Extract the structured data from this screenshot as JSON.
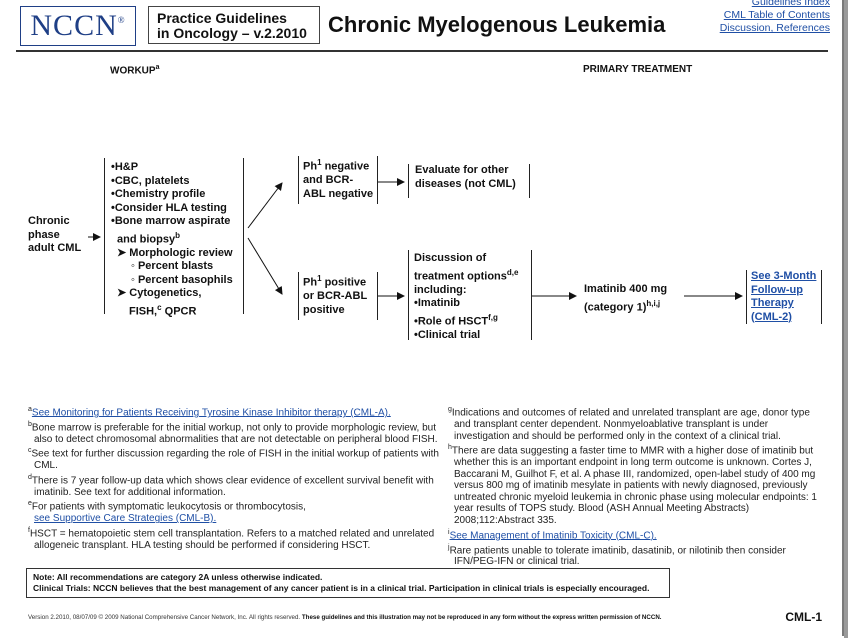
{
  "header": {
    "logo": "NCCN",
    "logo_mark": "®",
    "guidelines_line1": "Practice Guidelines",
    "guidelines_line2": "in Oncology – v.2.2010",
    "title": "Chronic Myelogenous Leukemia",
    "links": [
      "Guidelines Index",
      "CML Table of Contents",
      "Discussion, References"
    ]
  },
  "sections": {
    "workup": "WORKUP",
    "workup_sup": "a",
    "primary_treatment": "PRIMARY TREATMENT"
  },
  "flow": {
    "start": [
      "Chronic",
      "phase",
      "adult CML"
    ],
    "workup_items": [
      "H&P",
      "CBC, platelets",
      "Chemistry profile",
      "Consider HLA testing",
      "Bone marrow aspirate",
      "and biopsy"
    ],
    "workup_biopsy_sup": "b",
    "morph": "Morphologic review",
    "morph_sub": [
      "Percent blasts",
      "Percent basophils"
    ],
    "cyto": "Cytogenetics,",
    "cyto2": "FISH,",
    "cyto2_sup": "c",
    "cyto2_tail": "QPCR",
    "neg": {
      "line1_pre": "Ph",
      "line1_sup": "1",
      "line1_post": "negative",
      "line2": "and BCR-",
      "line3": "ABL negative"
    },
    "neg_result": [
      "Evaluate for other",
      "diseases (not CML)"
    ],
    "pos": {
      "line1_pre": "Ph",
      "line1_sup": "1",
      "line1_post": "positive",
      "line2": "or BCR-ABL",
      "line3": "positive"
    },
    "discussion": {
      "line1": "Discussion of",
      "line2": "treatment options",
      "line2_sup": "d,e",
      "line3": "including:"
    },
    "discussion_items": [
      "Imatinib",
      "Role of HSCT",
      "Clinical trial"
    ],
    "hsct_sup": "f,g",
    "imatinib": {
      "line1": "Imatinib 400 mg",
      "line2": "(category 1)",
      "line2_sup": "h,i,j"
    },
    "followup": [
      "See 3-Month",
      "Follow-up",
      "Therapy",
      "(CML-2)"
    ]
  },
  "footnotes_left": [
    {
      "sup": "a",
      "link": "See Monitoring for Patients Receiving Tyrosine Kinase Inhibitor therapy (CML-A).",
      "text": ""
    },
    {
      "sup": "b",
      "text": "Bone marrow is preferable for the initial workup, not only to provide morphologic review, but also to detect chromosomal abnormalities that are not detectable on peripheral blood FISH."
    },
    {
      "sup": "c",
      "text": "See text for further discussion regarding the role of FISH in the initial workup of patients with CML."
    },
    {
      "sup": "d",
      "text": "There is 7 year follow-up data which shows clear evidence of excellent survival benefit with imatinib. See text for additional information."
    },
    {
      "sup": "e",
      "text": "For patients with symptomatic leukocytosis or thrombocytosis,",
      "link": "see Supportive Care Strategies (CML-B)."
    },
    {
      "sup": "f",
      "text": "HSCT = hematopoietic stem cell transplantation. Refers to a matched related and unrelated allogeneic transplant. HLA testing should be performed if considering HSCT."
    }
  ],
  "footnotes_right": [
    {
      "sup": "g",
      "text": "Indications and outcomes of related and unrelated transplant are age, donor type and transplant center dependent. Nonmyeloablative transplant is under investigation and should be performed only in the context of a clinical trial."
    },
    {
      "sup": "h",
      "text": "There are data suggesting a faster time to MMR with a higher dose of imatinib but whether this is an important endpoint in long term outcome is unknown. Cortes J, Baccarani M, Guilhot F, et al. A phase III, randomized, open-label study of 400 mg versus 800 mg of imatinib mesylate in patients with newly diagnosed, previously untreated chronic myeloid leukemia in chronic phase using molecular endpoints: 1 year results of TOPS study. Blood (ASH Annual Meeting Abstracts) 2008;112:Abstract 335."
    },
    {
      "sup": "i",
      "link": "See Management of Imatinib Toxicity (CML-C).",
      "text": ""
    },
    {
      "sup": "j",
      "text": "Rare patients unable to tolerate imatinib, dasatinib, or nilotinib then consider IFN/PEG-IFN or clinical trial."
    }
  ],
  "note": {
    "line1": "Note: All recommendations are category 2A unless otherwise indicated.",
    "line2": "Clinical Trials: NCCN believes that the best management of any cancer patient is in a clinical trial. Participation in clinical trials is especially encouraged."
  },
  "footer": {
    "left": "Version 2.2010, 08/07/09 © 2009 National Comprehensive Cancer Network, Inc. All rights reserved.",
    "bold": "These guidelines and this illustration may not be reproduced in any form without the express written permission of NCCN.",
    "page": "CML-1"
  },
  "colors": {
    "link": "#1f4fa5",
    "logo": "#1f3f86"
  }
}
